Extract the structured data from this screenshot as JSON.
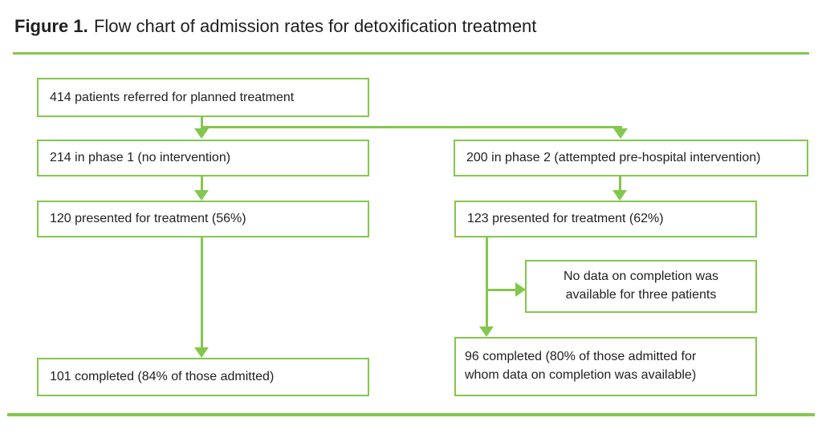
{
  "figure": {
    "label": "Figure 1.",
    "title": "Flow chart of admission rates for detoxification treatment"
  },
  "colors": {
    "green": "#84C74D",
    "text": "#1f1f1f",
    "background": "#ffffff"
  },
  "flow": {
    "referred": "414 patients referred for planned treatment",
    "phase1": "214 in phase 1 (no intervention)",
    "phase1_presented": "120 presented for treatment (56%)",
    "phase1_completed": "101 completed (84% of those admitted)",
    "phase2": "200 in phase 2 (attempted pre-hospital intervention)",
    "phase2_presented": "123 presented for treatment (62%)",
    "no_data": {
      "0": "No data on completion was",
      "1": "available for three patients"
    },
    "phase2_completed": {
      "0": "96 completed (80% of those admitted for",
      "1": "whom data on completion was available)"
    }
  }
}
